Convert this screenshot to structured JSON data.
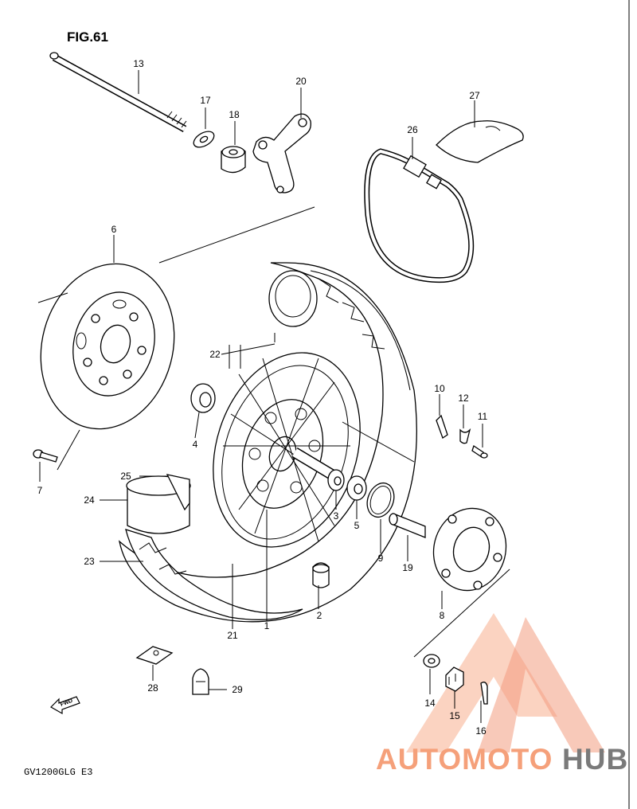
{
  "figure": {
    "title": "FIG.61",
    "model_code": "GV1200GLG  E3"
  },
  "direction_arrow": {
    "label": "FWD",
    "icon": "forward-arrow-icon"
  },
  "watermark": {
    "brand_part1": "AUTOMOTO",
    "brand_part2": "HUB",
    "color_primary": "#f5a07a",
    "color_secondary": "#7a7a7a",
    "logo": "triangle-logo-icon"
  },
  "callouts": {
    "c1": "1",
    "c2": "2",
    "c3": "3",
    "c4": "4",
    "c5": "5",
    "c6": "6",
    "c7": "7",
    "c8": "8",
    "c9": "9",
    "c10": "10",
    "c11": "11",
    "c12": "12",
    "c13": "13",
    "c14": "14",
    "c15": "15",
    "c16": "16",
    "c17": "17",
    "c18": "18",
    "c19": "19",
    "c20": "20",
    "c21": "21",
    "c22": "22",
    "c23": "23",
    "c24": "24",
    "c25": "25",
    "c26": "26",
    "c27": "27",
    "c28": "28",
    "c29": "29"
  }
}
